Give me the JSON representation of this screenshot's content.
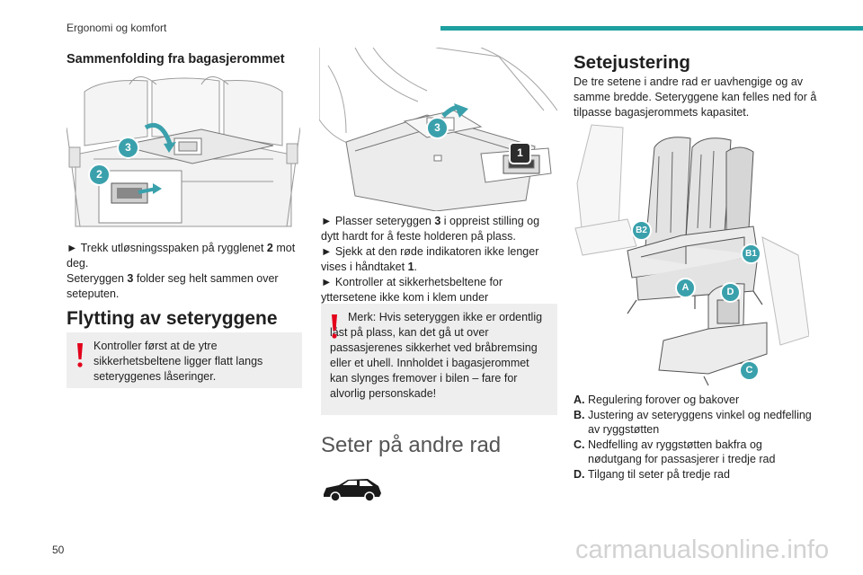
{
  "header": {
    "section_title": "Ergonomi og komfort"
  },
  "footer": {
    "page_number": "50",
    "watermark": "carmanualsonline.info"
  },
  "col1": {
    "heading": "Sammenfolding fra bagasjerommet",
    "figure_callouts": {
      "c3": "3",
      "c2": "2"
    },
    "step1_prefix": "► Trekk utløsningsspaken på rygglenet ",
    "step1_bold": "2",
    "step1_suffix": " mot deg.",
    "step2_prefix": "Seteryggen ",
    "step2_bold": "3",
    "step2_suffix": " folder seg helt sammen over seteputen.",
    "section_heading": "Flytting av seteryggene",
    "note_text": "Kontroller først at de ytre sikkerhetsbeltene ligger flatt langs seteryggenes låseringer."
  },
  "col2": {
    "figure_callouts": {
      "c3": "3",
      "c1": "1"
    },
    "step1_prefix": "► Plasser seteryggen ",
    "step1_bold": "3",
    "step1_suffix": " i oppreist stilling og dytt hardt for å feste holderen på plass.",
    "step2_prefix": "► Sjekk at den røde indikatoren ikke lenger vises i håndtaket ",
    "step2_bold": "1",
    "step2_suffix": ".",
    "step3": "► Kontroller at sikkerhetsbeltene for yttersetene ikke kom i klem under håndteringen.",
    "warning_text": "Merk: Hvis seteryggen ikke er ordentlig låst på plass, kan det gå ut over passasjerenes sikkerhet ved bråbremsing eller et uhell. Innholdet i bagasjerommet kan slynges fremover i bilen – fare for alvorlig personskade!",
    "section_heading": "Seter på andre rad"
  },
  "col3": {
    "heading": "Setejustering",
    "intro": "De tre setene i andre rad er uavhengige og av samme bredde. Seteryggene kan felles ned for å tilpasse bagasjerommets kapasitet.",
    "figure_callouts": {
      "b2": "B2",
      "b1": "B1",
      "a": "A",
      "d": "D",
      "c": "C"
    },
    "legend": [
      {
        "key": "A.",
        "text": "Regulering forover og bakover"
      },
      {
        "key": "B.",
        "text": "Justering av seteryggens vinkel og nedfelling av ryggstøtten"
      },
      {
        "key": "C.",
        "text": "Nedfelling av ryggstøtten bakfra og nødutgang for passasjerer i tredje rad"
      },
      {
        "key": "D.",
        "text": "Tilgang til seter på tredje rad"
      }
    ]
  },
  "colors": {
    "accent": "#1fa0a0",
    "callout": "#3aa1ac",
    "warning": "#e3001b",
    "note_bg": "#eeeeee"
  }
}
